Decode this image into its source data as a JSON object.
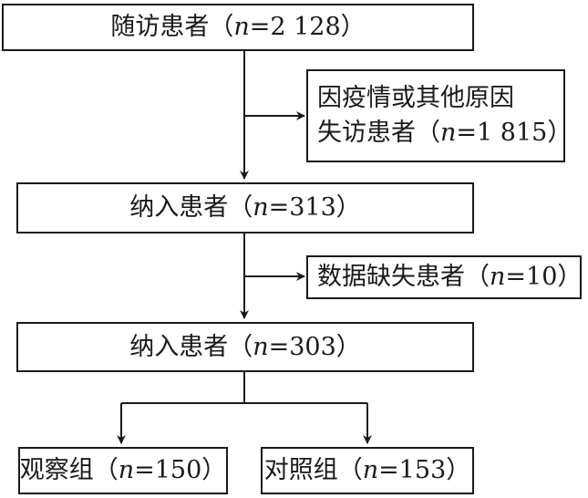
{
  "nodes": {
    "followup": {
      "label": "随访患者",
      "open": "（",
      "var": "n",
      "eq": "=2 128",
      "close": "）"
    },
    "lost": {
      "line1": "因疫情或其他原因",
      "line2_label": "失访患者",
      "open": "（",
      "var": "n",
      "eq": "=1 815",
      "close": "）"
    },
    "included1": {
      "label": "纳入患者",
      "open": "（",
      "var": "n",
      "eq": "=313",
      "close": "）"
    },
    "missing": {
      "label": "数据缺失患者",
      "open": "（",
      "var": "n",
      "eq": "=10",
      "close": "）"
    },
    "included2": {
      "label": "纳入患者",
      "open": "（",
      "var": "n",
      "eq": "=303",
      "close": "）"
    },
    "observation": {
      "label": "观察组",
      "open": "（",
      "var": "n",
      "eq": "=150",
      "close": "）"
    },
    "control": {
      "label": "对照组",
      "open": "（",
      "var": "n",
      "eq": "=153",
      "close": "）"
    }
  },
  "colors": {
    "stroke": "#1a1a1a",
    "background": "#ffffff"
  }
}
